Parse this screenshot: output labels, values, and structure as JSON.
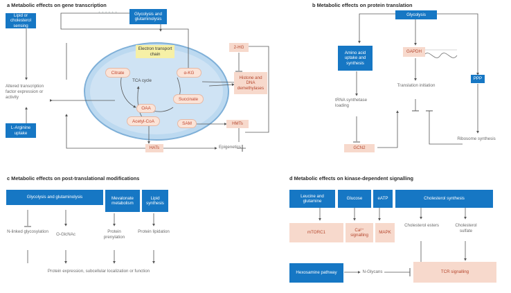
{
  "panel_a": {
    "title": "a  Metabolic effects on gene transcription",
    "lipid_sensing": "Lipid or cholesterol sensing",
    "glycolysis": "Glycolysis and glutaminolysis",
    "small_label": "+ + + + + +",
    "etc": "Electron transport chain",
    "tca": "TCA cycle",
    "citrate": "Citrate",
    "akg": "α-KG",
    "succinate": "Succinate",
    "oaa": "OAA",
    "acetyl_coa": "Acetyl-CoA",
    "sam": "SAM",
    "twohg": "2-HG",
    "histone_dna": "Histone and DNA demethylases",
    "hmts": "HMTs",
    "hats": "HATs",
    "altered_tf": "Altered transcription factor expression or activity",
    "arginine": "L-Arginine uptake",
    "epigenetics": "Epigenetics"
  },
  "panel_b": {
    "title": "b  Metabolic effects on protein translation",
    "glycolysis": "Glycolysis",
    "amino_acid": "Amino acid uptake and synthesis",
    "gapdh": "GAPDH",
    "ppp": "PPP",
    "translation": "Translation initiation",
    "trna": "tRNA synthetase loading",
    "gcn2": "GCN2",
    "ribosome": "Ribosome synthesis"
  },
  "panel_c": {
    "title": "c  Metabolic effects on post-translational modifications",
    "glycolysis": "Glycolysis and glutaminolysis",
    "mevalonate": "Mevalonate metabolism",
    "lipid": "Lipid synthesis",
    "nlinked": "N-linked glycosylation",
    "oglcnac": "O-GlcNAc",
    "prenylation": "Protein prenylation",
    "lipidation": "Protein lipidation",
    "outcome": "Protein expression, subcellular localization or function"
  },
  "panel_d": {
    "title": "d  Metabolic effects on kinase-dependent signalling",
    "leucine": "Leucine and glutamine",
    "glucose": "Glucose",
    "eatp": "eATP",
    "cholesterol": "Cholesterol synthesis",
    "mtorc1": "mTORC1",
    "ca": "Ca²⁺ signalling",
    "mapk": "MAPK",
    "chol_esters": "Cholesterol esters",
    "chol_sulfate": "Cholesterol sulfate",
    "hexosamine": "Hexosamine pathway",
    "nglycans": "N-Glycans",
    "tcr": "TCR signalling"
  },
  "colors": {
    "blue_box": "#1677c4",
    "pink_box": "#f7d9cc",
    "mito_fill": "#bcd9f0",
    "etc_yellow": "#f6f0a6"
  }
}
